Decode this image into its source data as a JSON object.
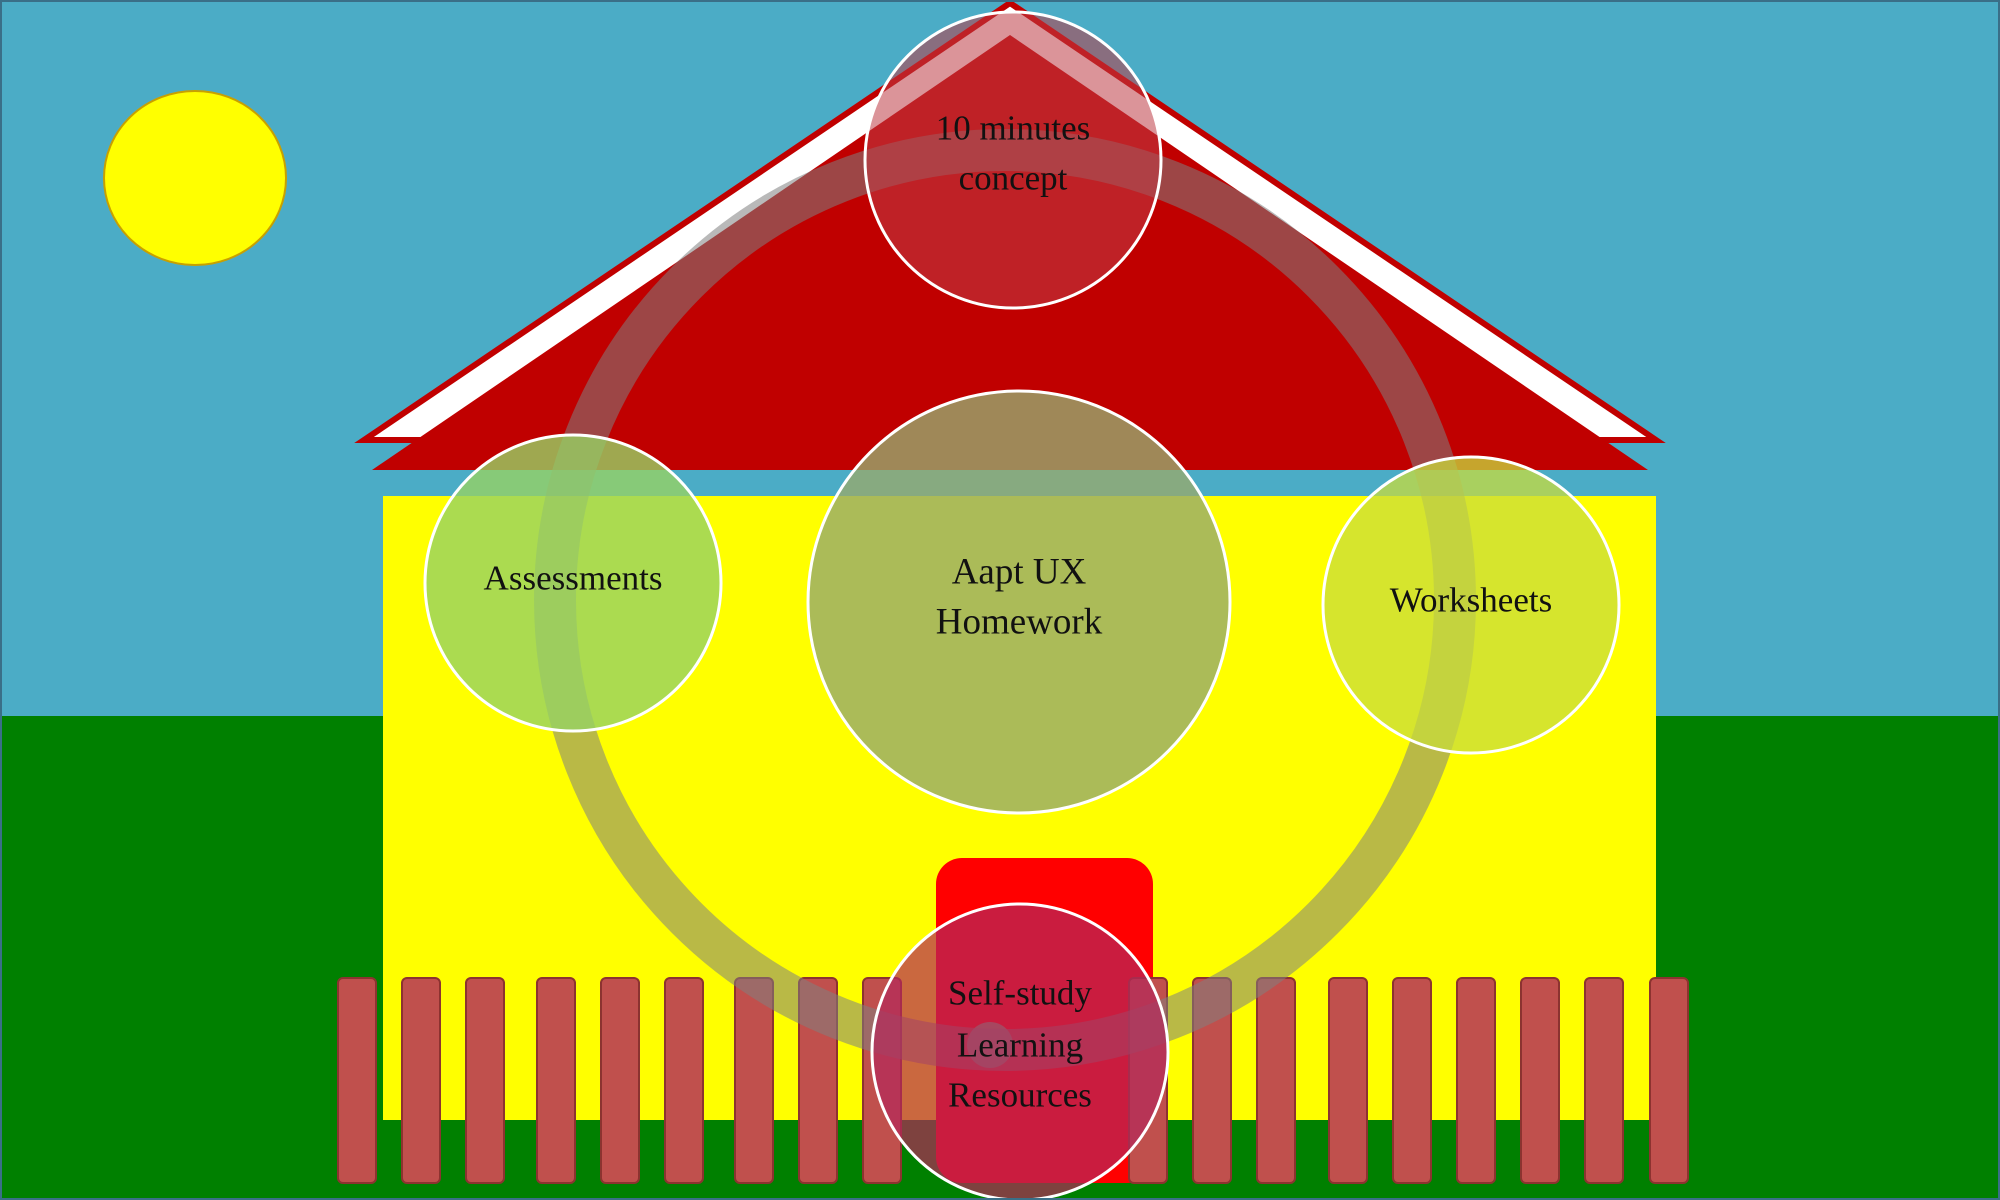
{
  "colors": {
    "sky": "#4BACC6",
    "grass": "#008000",
    "sun": "#FFFF00",
    "roof": "#C00000",
    "roof_trim": "#FFFFFF",
    "wall": "#FFFF00",
    "door": "#FF0000",
    "fence": "#C0504D",
    "ring": "rgba(128,128,128,0.55)"
  },
  "diagram": {
    "center": {
      "label_lines": [
        "Aapt UX",
        "Homework"
      ],
      "fill": "rgba(150,170,110,0.80)"
    },
    "nodes": [
      {
        "id": "concept",
        "label_lines": [
          "10 minutes",
          "concept"
        ],
        "fill": "rgba(190,60,70,0.55)"
      },
      {
        "id": "worksheets",
        "label_lines": [
          "Worksheets"
        ],
        "fill": "rgba(200,220,60,0.75)"
      },
      {
        "id": "self-study",
        "label_lines": [
          "Self-study",
          "Learning",
          "Resources"
        ],
        "fill": "rgba(180,40,90,0.70)"
      },
      {
        "id": "assessments",
        "label_lines": [
          "Assessments"
        ],
        "fill": "rgba(150,210,100,0.80)"
      }
    ]
  }
}
